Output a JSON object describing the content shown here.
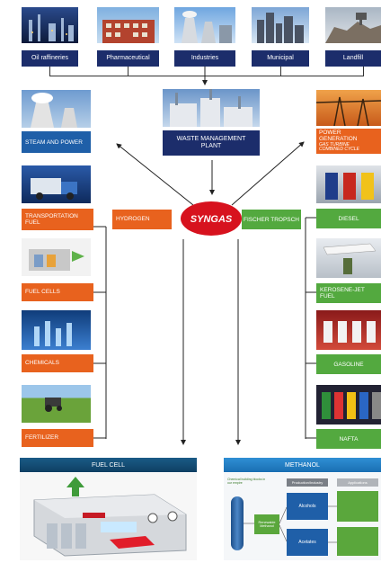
{
  "sources": [
    "Oil raffineries",
    "Pharmaceutical",
    "Industries",
    "Municipal",
    "Landfill"
  ],
  "center": {
    "waste_plant": "WASTE MANAGEMENT PLANT",
    "syngas": "SYNGAS",
    "hydrogen": "HYDROGEN",
    "fischer_tropsch": "FISCHER TROPSCH"
  },
  "left_outputs": {
    "steam_power": "STEAM AND POWER",
    "transport_fuel": "TRANSPORTATION FUEL",
    "fuel_cells": "FUEL CELLS",
    "chemicals": "CHEMICALS",
    "fertilizer": "FERTILIZER"
  },
  "right_outputs": {
    "power_generation": "POWER GENERATION",
    "gas_turbine": "GAS TURBINE",
    "combined_cycle": "COMBINED CYCLE",
    "diesel": "DIESEL",
    "kerosene": "KEROSENE-JET FUEL",
    "gasoline": "GASOLINE",
    "nafta": "NAFTA"
  },
  "bottom": {
    "fuel_cell_title": "FUEL CELL",
    "methanol_title": "METHANOL",
    "methanol_diagram": {
      "feed": "Chemical building blocks in our empire",
      "production": "Production/Industry",
      "applications": "Applications",
      "renewable": "Renewable Methanol",
      "alcohols": "Alcohols",
      "acetates": "Acetates"
    }
  },
  "colors": {
    "navy": "#1c2d6b",
    "orange": "#e8621e",
    "green": "#53a93f",
    "red": "#d7121e",
    "blue": "#1f5fa8"
  }
}
